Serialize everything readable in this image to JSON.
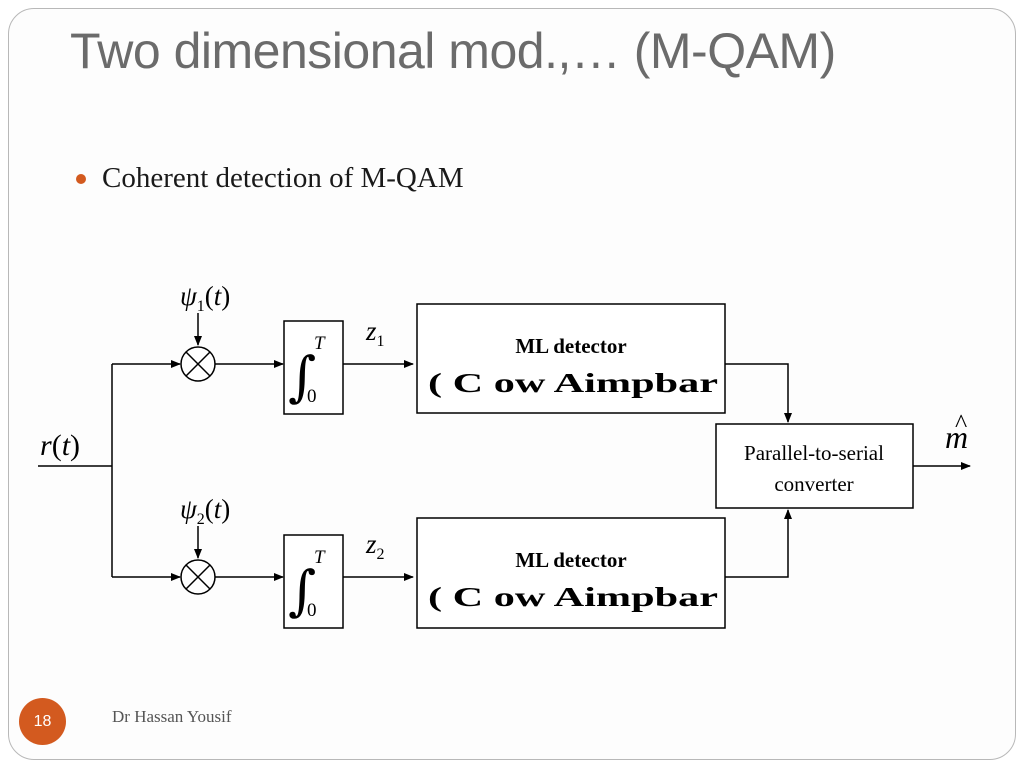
{
  "slide": {
    "title": "Two dimensional mod.,… (M-QAM)",
    "bullet": "Coherent detection of M-QAM",
    "author": "Dr Hassan Yousif",
    "page_number": "18"
  },
  "diagram": {
    "input_label": {
      "base": "r",
      "arg": "t"
    },
    "basis_top": {
      "base": "ψ",
      "sub": "1",
      "arg": "t"
    },
    "basis_bottom": {
      "base": "ψ",
      "sub": "2",
      "arg": "t"
    },
    "integrator_upper_limit": "T",
    "integrator_lower_limit": "0",
    "integral_symbol": "∫",
    "multiplier_symbol": "⊗",
    "z_top": {
      "base": "z",
      "sub": "1"
    },
    "z_bottom": {
      "base": "z",
      "sub": "2"
    },
    "ml_detector_label": "ML detector",
    "ml_detector_garbled": "( C ow Aimpbar",
    "p2s_line1": "Parallel-to-serial",
    "p2s_line2": "converter",
    "output_label": {
      "base": "m",
      "hat": "^"
    },
    "colors": {
      "line": "#000000",
      "accent": "#d35a1f"
    }
  }
}
